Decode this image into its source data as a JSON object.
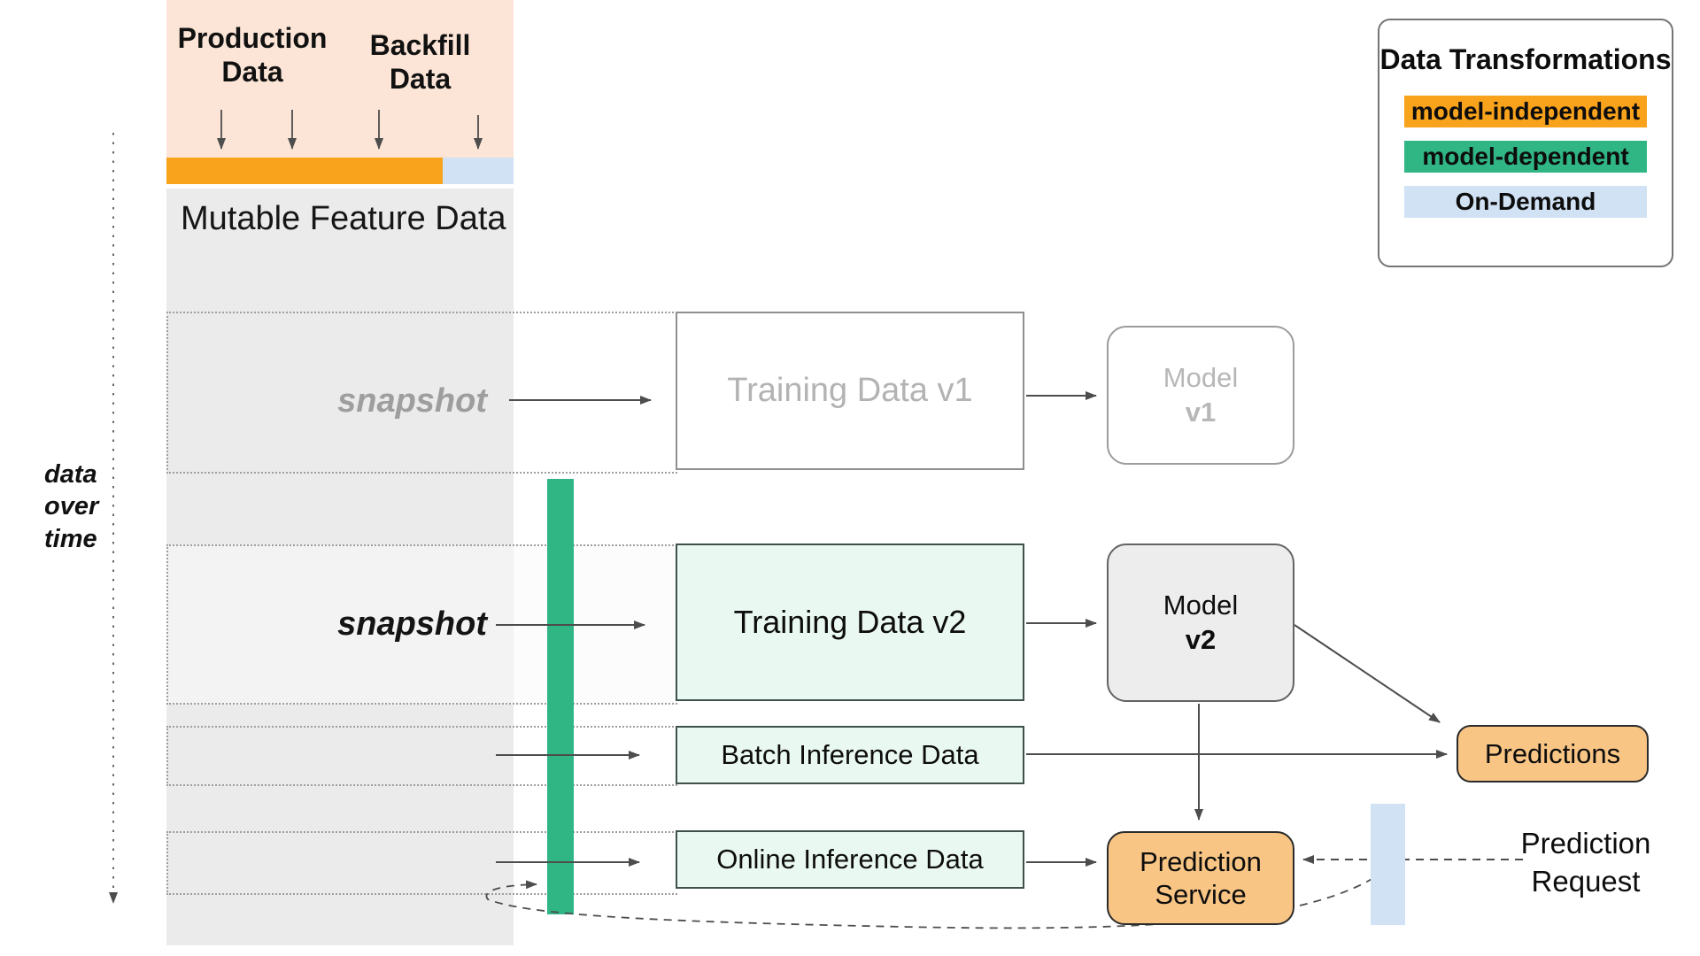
{
  "colors": {
    "orange": "#F9A21B",
    "green": "#30B585",
    "lightblue": "#D0E2F3",
    "peach": "#FCE5D6",
    "mint": "#E9F8F1",
    "mintborder": "#3E524B",
    "boxorange": "#F8C585",
    "graycol": "#EBEBEB"
  },
  "timeline": {
    "label": "data\nover\ntime"
  },
  "feature_store": {
    "production_label": "Production Data",
    "backfill_label": "Backfill Data",
    "mutable_label": "Mutable Feature Data"
  },
  "rows": {
    "snapshot_v1_label": "snapshot",
    "snapshot_v2_label": "snapshot"
  },
  "boxes": {
    "training_v1": "Training Data v1",
    "model_v1_line1": "Model",
    "model_v1_line2": "v1",
    "training_v2": "Training Data v2",
    "model_v2_line1": "Model",
    "model_v2_line2": "v2",
    "batch": "Batch Inference Data",
    "online": "Online Inference Data",
    "predictions": "Predictions",
    "service": "Prediction Service",
    "request": "Prediction Request"
  },
  "legend": {
    "title": "Data Transformations",
    "items": [
      {
        "label": "model-independent",
        "color": "#F9A21B"
      },
      {
        "label": "model-dependent",
        "color": "#30B585"
      },
      {
        "label": "On-Demand",
        "color": "#D0E2F3"
      }
    ]
  }
}
